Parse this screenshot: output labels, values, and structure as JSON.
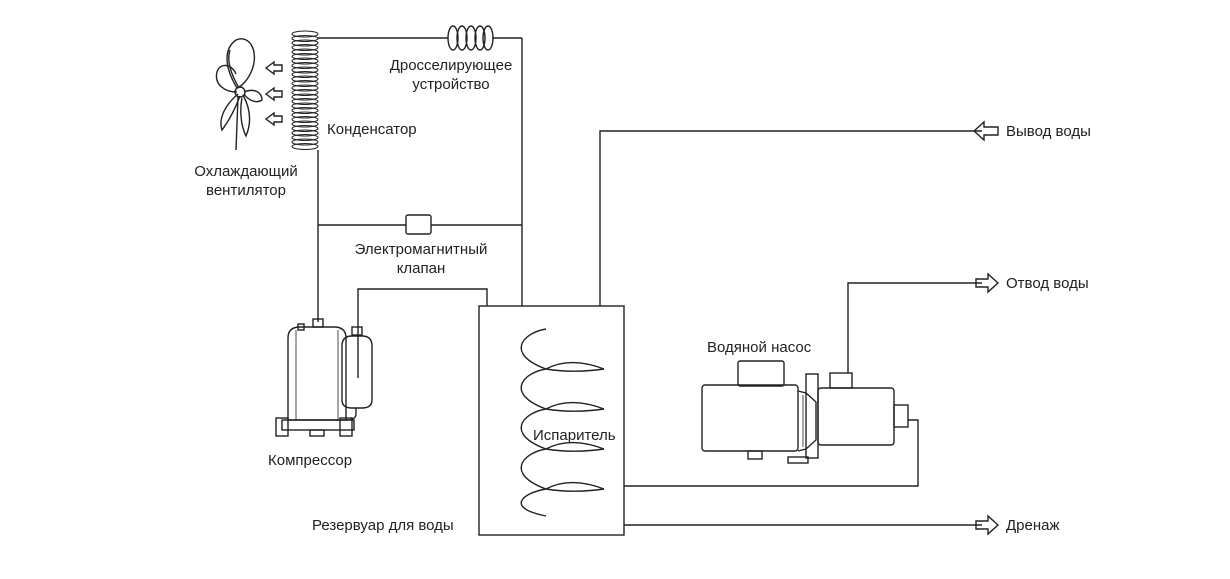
{
  "labels": {
    "throttle_line1": "Дросселирующее",
    "throttle_line2": "устройство",
    "condenser": "Конденсатор",
    "fan_line1": "Охлаждающий",
    "fan_line2": "вентилятор",
    "valve_line1": "Электромагнитный",
    "valve_line2": "клапан",
    "compressor": "Компрессор",
    "evaporator": "Испаритель",
    "tank": "Резервуар для воды",
    "pump": "Водяной насос",
    "water_out": "Вывод воды",
    "water_return": "Отвод воды",
    "drain": "Дренаж"
  },
  "colors": {
    "stroke": "#222222",
    "background": "#ffffff"
  }
}
